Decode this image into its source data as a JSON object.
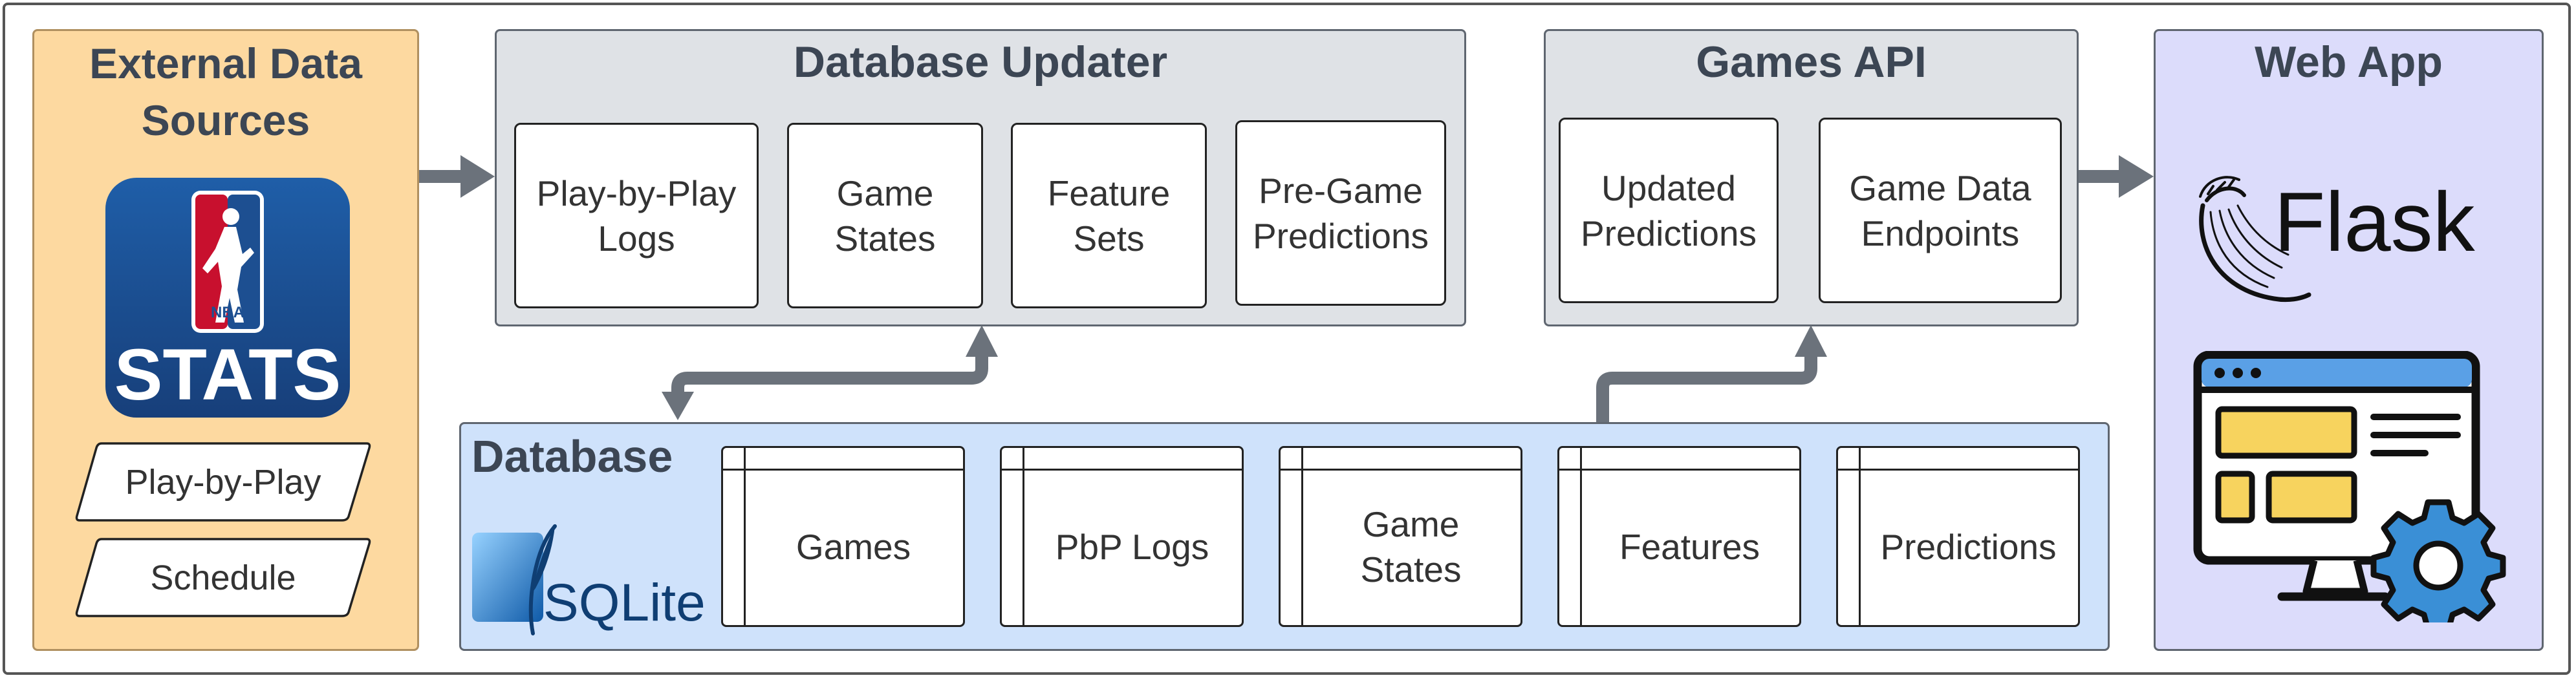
{
  "external_sources": {
    "title_line1": "External Data",
    "title_line2": "Sources",
    "logo_text": "STATS",
    "logo_badge": "NBA",
    "items": [
      "Play-by-Play",
      "Schedule"
    ]
  },
  "database_updater": {
    "title": "Database Updater",
    "boxes": [
      "Play-by-Play\nLogs",
      "Game\nStates",
      "Feature\nSets",
      "Pre-Game\nPredictions"
    ]
  },
  "games_api": {
    "title": "Games API",
    "boxes": [
      "Updated\nPredictions",
      "Game Data\nEndpoints"
    ]
  },
  "web_app": {
    "title": "Web App",
    "flask_text": "Flask"
  },
  "database": {
    "title": "Database",
    "sqlite_text": "SQLite",
    "tables": [
      "Games",
      "PbP Logs",
      "Game\nStates",
      "Features",
      "Predictions"
    ]
  },
  "colors": {
    "external_fill": "#fdd9a0",
    "updater_fill": "#dfe2e6",
    "database_fill": "#cfe2fb",
    "webapp_fill": "#dcdcfb",
    "arrow": "#6b727b",
    "nba_blue": "#1d4f91"
  }
}
